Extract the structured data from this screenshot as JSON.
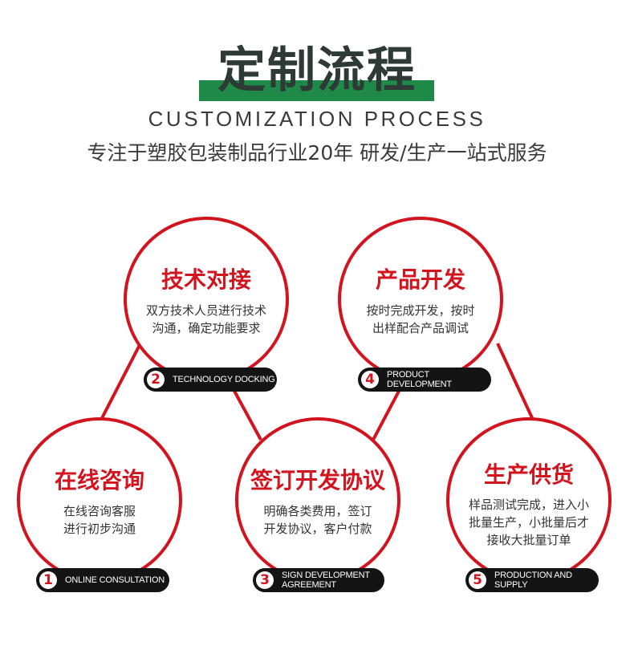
{
  "header": {
    "title": "定制流程",
    "subtitle_en": "CUSTOMIZATION PROCESS",
    "subtitle_cn": "专注于塑胶包装制品行业20年 研发/生产一站式服务"
  },
  "colors": {
    "accent_red": "#d2141f",
    "title_bar_green": "#1f8a47",
    "pill_black": "#141414",
    "title_text": "#2e3a35"
  },
  "steps": [
    {
      "number": "1",
      "heading": "在线咨询",
      "desc_lines": [
        "在线咨询客服",
        "进行初步沟通"
      ],
      "label_en": "ONLINE CONSULTATION"
    },
    {
      "number": "2",
      "heading": "技术对接",
      "desc_lines": [
        "双方技术人员进行技术",
        "沟通，确定功能要求"
      ],
      "label_en": "TECHNOLOGY DOCKING"
    },
    {
      "number": "3",
      "heading": "签订开发协议",
      "desc_lines": [
        "明确各类费用，签订",
        "开发协议，客户付款"
      ],
      "label_en": "SIGN DEVELOPMENT AGREEMENT"
    },
    {
      "number": "4",
      "heading": "产品开发",
      "desc_lines": [
        "按时完成开发，按时",
        "出样配合产品调试"
      ],
      "label_en": "PRODUCT DEVELOPMENT"
    },
    {
      "number": "5",
      "heading": "生产供货",
      "desc_lines": [
        "样品测试完成，进入小",
        "批量生产，小批量后才",
        "接收大批量订单"
      ],
      "label_en": "PRODUCTION AND SUPPLY"
    }
  ]
}
